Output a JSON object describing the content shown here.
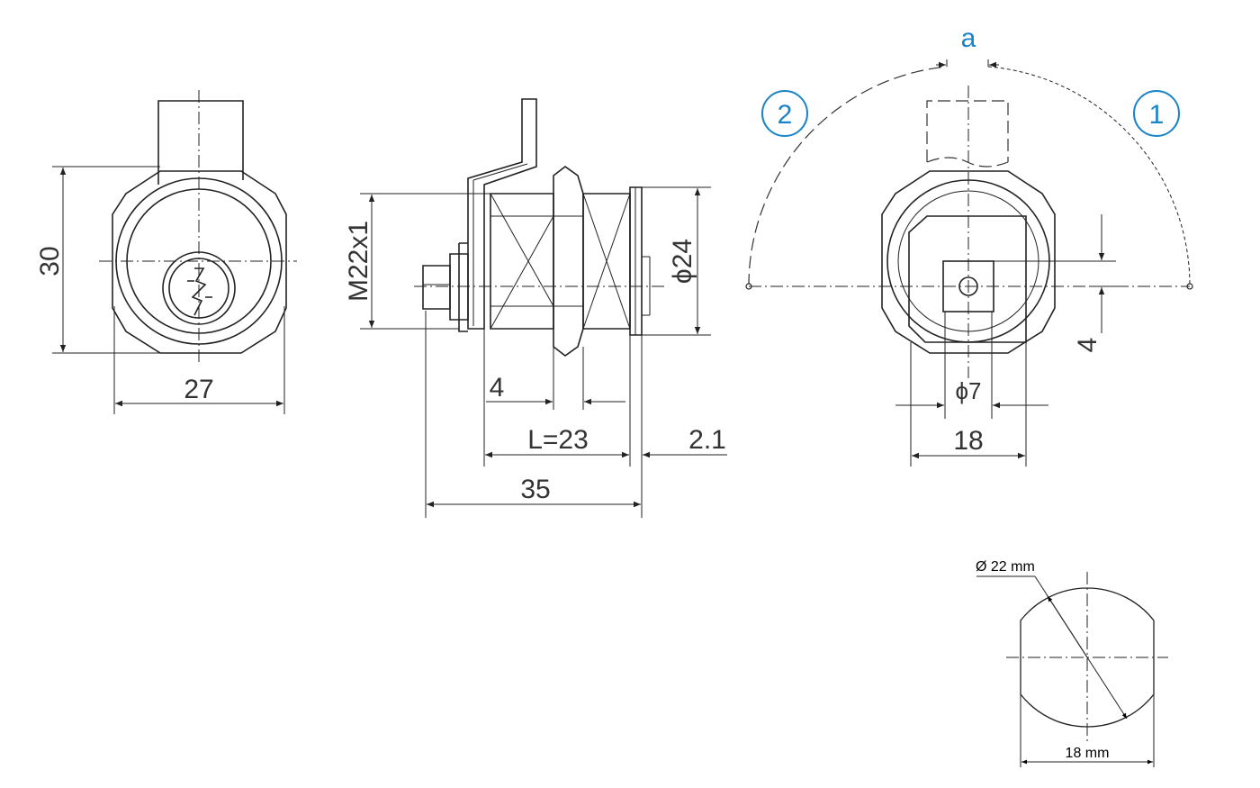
{
  "front_view": {
    "height_dim": "30",
    "width_dim": "27"
  },
  "side_view": {
    "thread_label": "M22x1",
    "diameter_label": "ϕ24",
    "dim_4": "4",
    "length_label": "L=23",
    "dim_2_1": "2.1",
    "overall_length": "35"
  },
  "rear_view": {
    "angle_label": "a",
    "position_1": "1",
    "position_2": "2",
    "dim_4": "4",
    "diameter_label": "ϕ7",
    "width_dim": "18"
  },
  "cutout": {
    "diameter_label": "Ø 22 mm",
    "flat_width_label": "18 mm"
  },
  "colors": {
    "line": "#222222",
    "accent": "#1a84c7"
  }
}
